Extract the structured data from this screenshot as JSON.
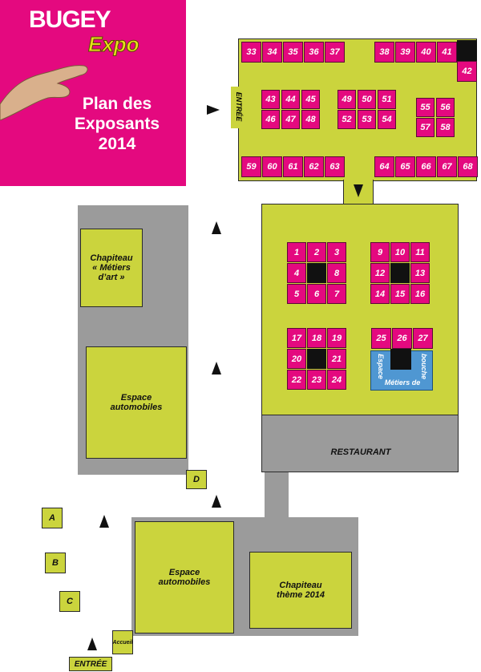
{
  "logo": {
    "brand": "BUGEY",
    "brand2": "Expo",
    "line1": "Plan des",
    "line2": "Exposants",
    "line3": "2014"
  },
  "colors": {
    "stand": "#e4097f",
    "zone": "#cbd43d",
    "aisle": "#9b9b9b",
    "metiers_de_bouche": "#4f97d2"
  },
  "top_hall": {
    "entree": "ENTRÉE",
    "top_row_left": [
      "33",
      "34",
      "35",
      "36",
      "37"
    ],
    "top_row_right": [
      "38",
      "39",
      "40",
      "41"
    ],
    "side": "42",
    "block1": [
      "43",
      "44",
      "45",
      "46",
      "47",
      "48"
    ],
    "block2": [
      "49",
      "50",
      "51",
      "52",
      "53",
      "54"
    ],
    "block3": [
      "55",
      "56",
      "57",
      "58"
    ],
    "bottom_row_left": [
      "59",
      "60",
      "61",
      "62",
      "63"
    ],
    "bottom_row_right": [
      "64",
      "65",
      "66",
      "67",
      "68"
    ]
  },
  "main_hall": {
    "grid1": [
      "1",
      "2",
      "3",
      "4",
      "8",
      "5",
      "6",
      "7"
    ],
    "grid2": [
      "9",
      "10",
      "11",
      "12",
      "13",
      "14",
      "15",
      "16"
    ],
    "grid3": [
      "17",
      "18",
      "19",
      "20",
      "21",
      "22",
      "23",
      "24"
    ],
    "grid4": [
      "25",
      "26",
      "27"
    ],
    "espace": "Espace",
    "bouche": "bouche",
    "metiers_de": "Métiers de",
    "restaurant": "RESTAURANT"
  },
  "left_hall": {
    "chapiteau_line1": "Chapiteau",
    "chapiteau_line2": "« Métiers",
    "chapiteau_line3": "d’art »",
    "auto_line1": "Espace",
    "auto_line2": "automobiles",
    "d": "D"
  },
  "bottom_hall": {
    "auto_line1": "Espace",
    "auto_line2": "automobiles",
    "chap_line1": "Chapiteau",
    "chap_line2": "thème 2014"
  },
  "outside": {
    "a": "A",
    "b": "B",
    "c": "C",
    "accueil": "Accueil",
    "entree": "ENTRÉE"
  }
}
